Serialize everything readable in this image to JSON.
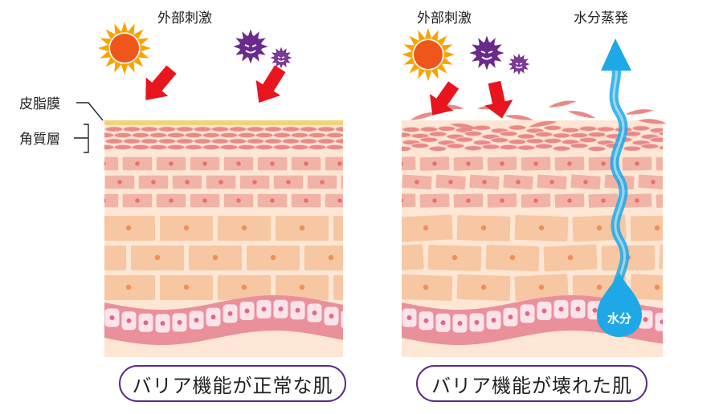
{
  "labels": {
    "external_stimulus_left": "外部刺激",
    "external_stimulus_right": "外部刺激",
    "water_evaporation": "水分蒸発",
    "sebum_film": "皮脂膜",
    "stratum_corneum": "角質層",
    "moisture": "水分"
  },
  "captions": {
    "normal": "バリア機能が正常な肌",
    "damaged": "バリア機能が壊れた肌"
  },
  "colors": {
    "sebum": "#f3d27a",
    "corneum_cell": "#e88a86",
    "upper_cell": "#f2b3a7",
    "lower_cell": "#f7c6a2",
    "basal_band": "#e9909a",
    "basal_cell": "#fbe3ea",
    "arrow": "#e8141e",
    "sun": "#f7a400",
    "germ": "#6a2a8c",
    "water": "#1ea8e6",
    "pill_border": "#5a2a8c"
  },
  "icons": [
    "sun-icon",
    "germ-icon",
    "red-arrow-icon",
    "water-arrow-icon",
    "water-drop-icon"
  ]
}
